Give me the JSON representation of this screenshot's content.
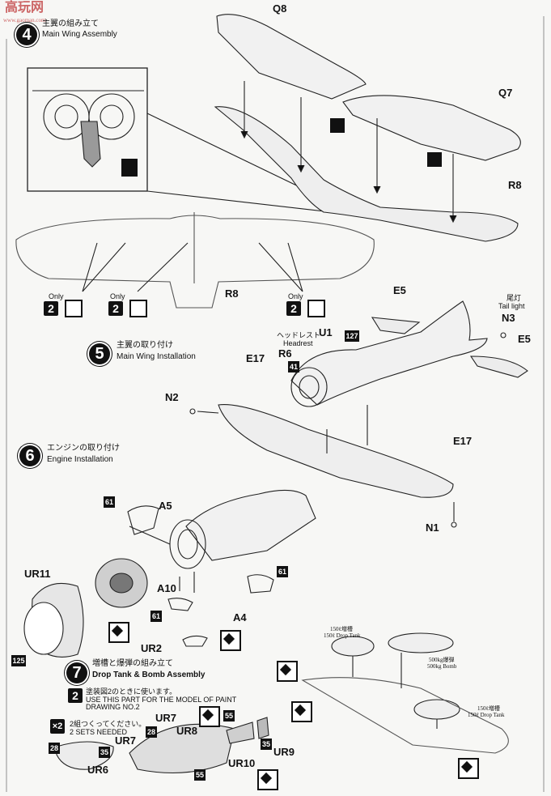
{
  "watermark": {
    "brand": "高玩网",
    "site": "www.gaoman.com"
  },
  "step4": {
    "number": "4",
    "title_jp": "主翼の組み立て",
    "title_en": "Main Wing Assembly"
  },
  "step5": {
    "number": "5",
    "title_jp": "主翼の取り付け",
    "title_en": "Main Wing Installation"
  },
  "step6": {
    "number": "6",
    "title_jp": "エンジンの取り付け",
    "title_en": "Engine Installation"
  },
  "step7": {
    "number": "7",
    "title_jp": "増槽と爆弾の組み立て",
    "title_en": "Drop Tank & Bomb Assembly",
    "note_jp": "塗装図2のときに使います。",
    "note_en1": "USE THIS PART FOR THE MODEL OF PAINT",
    "note_en2": "DRAWING NO.2",
    "x2": "×2",
    "sets_jp": "2組つくってください。",
    "sets_en": "2 SETS NEEDED"
  },
  "badges": {
    "paint2": "2",
    "only": "Only",
    "b127": "127",
    "b41": "41",
    "b61": "61",
    "b125": "125",
    "b28": "28",
    "b35": "35",
    "b55": "55"
  },
  "parts": {
    "Q8": "Q8",
    "Q7": "Q7",
    "R8": "R8",
    "E5": "E5",
    "U1": "U1",
    "R6": "R6",
    "N3": "N3",
    "E17": "E17",
    "N2": "N2",
    "N1": "N1",
    "A5": "A5",
    "A10": "A10",
    "A4": "A4",
    "UR11": "UR11",
    "UR2": "UR2",
    "UR7": "UR7",
    "UR8": "UR8",
    "UR9": "UR9",
    "UR10": "UR10",
    "UR6": "UR6"
  },
  "callouts": {
    "tail_light_jp": "尾灯",
    "tail_light_en": "Tail light",
    "headrest_jp": "ヘッドレスト",
    "headrest_en": "Headrest",
    "drop_tank_jp": "150ℓ増槽",
    "drop_tank_en": "150ℓ Drop Tank",
    "bomb_jp": "500kg爆弾",
    "bomb_en": "500kg Bomb"
  }
}
